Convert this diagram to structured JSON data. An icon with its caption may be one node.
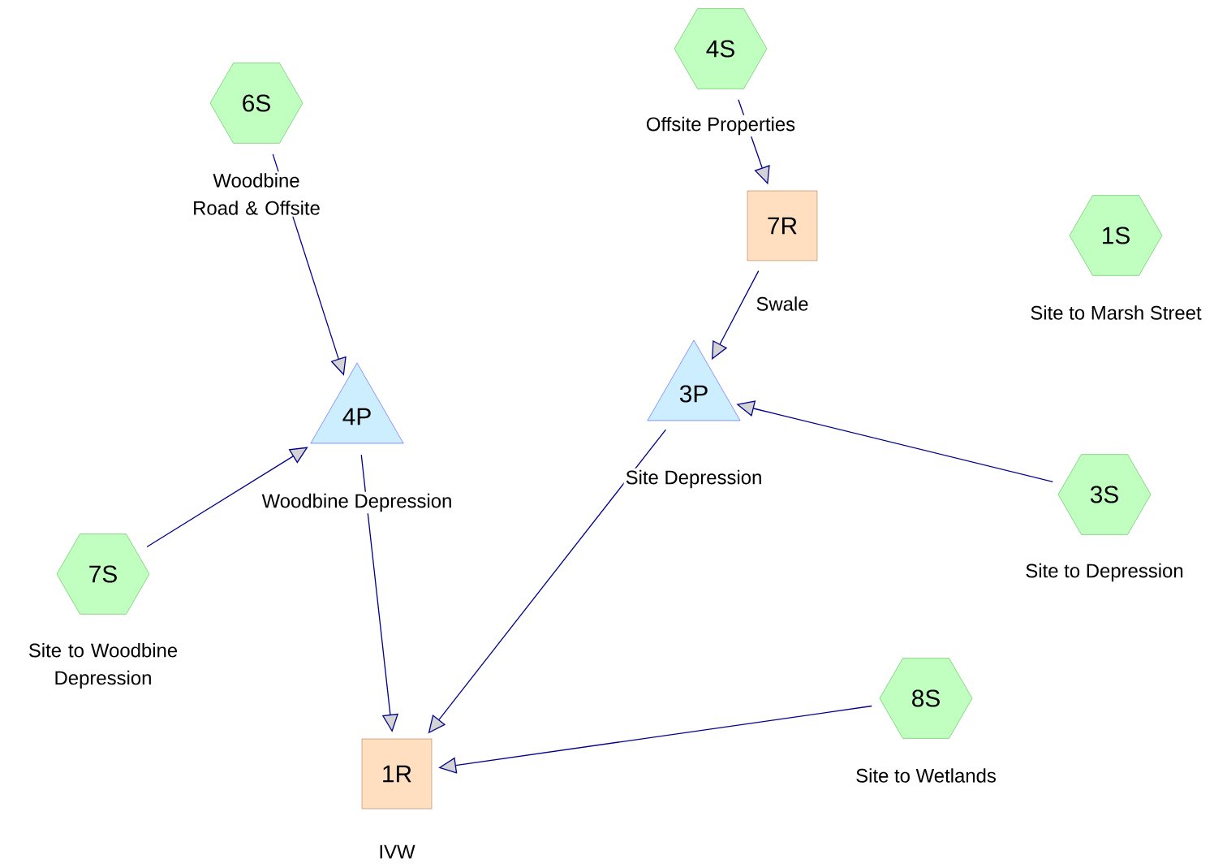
{
  "diagram": {
    "nodes": [
      {
        "text": [
          "4S"
        ],
        "beside": [
          "Offsite Properties"
        ]
      },
      {
        "text": [
          "6S"
        ],
        "beside": [
          "Woodbine Road & Offsite"
        ]
      },
      {
        "text": [
          "7R"
        ],
        "beside": [
          "Swale"
        ]
      },
      {
        "text": [
          "1S"
        ],
        "beside": [
          "Site to Marsh Street"
        ]
      },
      {
        "text": [
          "4P"
        ],
        "beside": [
          "Woodbine Depression"
        ]
      },
      {
        "text": [
          "3P"
        ],
        "beside": [
          "Site Depression"
        ]
      },
      {
        "text": [
          "3S"
        ],
        "beside": [
          "Site to Depression"
        ]
      },
      {
        "text": [
          "7S"
        ],
        "beside": [
          "Site to Woodbine Depression"
        ]
      },
      {
        "text": [
          "8S"
        ],
        "beside": [
          "Site to Wetlands"
        ]
      },
      {
        "text": [
          "1R"
        ],
        "beside": [
          "IVW"
        ]
      }
    ],
    "edges": [
      {
        "from": 0,
        "to": 2,
        "arrow": "to"
      },
      {
        "from": 1,
        "to": 4,
        "arrow": "to"
      },
      {
        "from": 2,
        "to": 5,
        "arrow": "to"
      },
      {
        "from": 6,
        "to": 5,
        "arrow": "to"
      },
      {
        "from": 7,
        "to": 4,
        "arrow": "to"
      },
      {
        "from": 4,
        "to": 9,
        "arrow": "to"
      },
      {
        "from": 5,
        "to": 9,
        "arrow": "to"
      },
      {
        "from": 8,
        "to": 9,
        "arrow": "to"
      }
    ]
  }
}
